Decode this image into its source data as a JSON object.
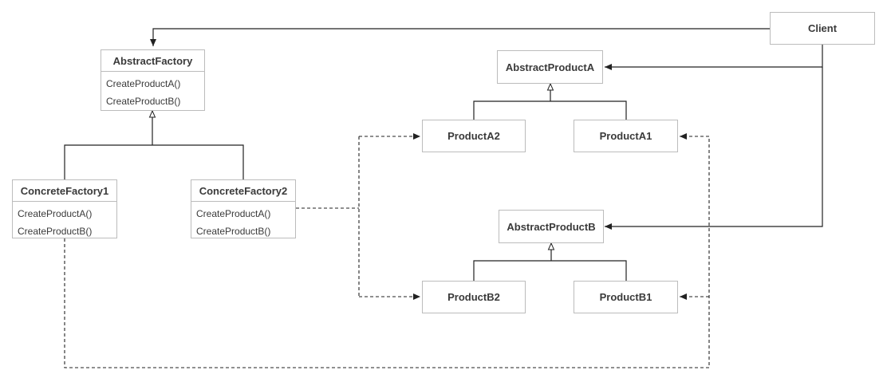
{
  "client": {
    "label": "Client"
  },
  "abstract_factory": {
    "name": "AbstractFactory",
    "ops": [
      "CreateProductA()",
      "CreateProductB()"
    ]
  },
  "concrete_factory_1": {
    "name": "ConcreteFactory1",
    "ops": [
      "CreateProductA()",
      "CreateProductB()"
    ]
  },
  "concrete_factory_2": {
    "name": "ConcreteFactory2",
    "ops": [
      "CreateProductA()",
      "CreateProductB()"
    ]
  },
  "abstract_product_a": {
    "label": "AbstractProductA"
  },
  "abstract_product_b": {
    "label": "AbstractProductB"
  },
  "product_a1": {
    "label": "ProductA1"
  },
  "product_a2": {
    "label": "ProductA2"
  },
  "product_b1": {
    "label": "ProductB1"
  },
  "product_b2": {
    "label": "ProductB2"
  },
  "colors": {
    "line": "#222222",
    "box_border": "#bcbcbc",
    "text": "#3a3a3a"
  }
}
